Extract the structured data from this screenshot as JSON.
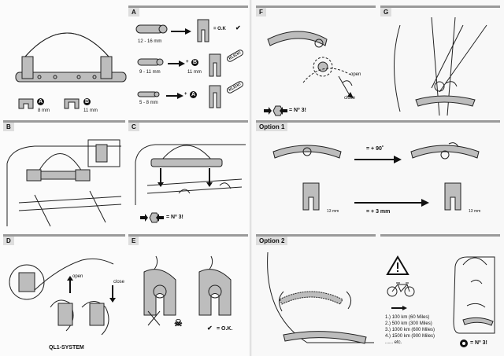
{
  "left_page": {
    "top": {
      "size_a_value": "8 mm",
      "size_b_value": "11 mm",
      "marker_a": "A",
      "marker_b": "B"
    },
    "panel_a": {
      "label": "A",
      "row1_range": "12 - 16 mm",
      "row1_result": "= O.K",
      "row2_range": "9 - 11 mm",
      "row2_plus": "+",
      "row2_marker": "B",
      "row2_size": "11 mm",
      "row3_range": "5 - 8 mm",
      "row3_plus": "+",
      "row3_marker": "A",
      "click_text": "KLICK!"
    },
    "panel_b": {
      "label": "B"
    },
    "panel_c": {
      "label": "C",
      "note": "= Nº 3!"
    },
    "panel_d": {
      "label": "D",
      "open": "open",
      "close": "close",
      "caption": "QL1-SYSTEM"
    },
    "panel_e": {
      "label": "E",
      "result": "= O.K."
    }
  },
  "right_page": {
    "panel_f": {
      "label": "F",
      "open": "open",
      "close": "close",
      "note": "= Nº 3!"
    },
    "panel_g": {
      "label": "G"
    },
    "option1": {
      "label": "Option 1",
      "rotate": "= + 90˚",
      "shift": "= + 3 mm",
      "dim_left": "13 mm",
      "dim_right": "13 mm"
    },
    "option2": {
      "label": "Option 2",
      "mileage": [
        {
          "num": "1.)",
          "km": "100 km",
          "miles": "(60 Miles)"
        },
        {
          "num": "2.)",
          "km": "500 km",
          "miles": "(300 Miles)"
        },
        {
          "num": "3.)",
          "km": "1000 km",
          "miles": "(600 Miles)"
        },
        {
          "num": "4.)",
          "km": "1500 km",
          "miles": "(900 Miles)"
        }
      ],
      "etc": "...... etc.",
      "note": "= Nº 3!"
    }
  }
}
